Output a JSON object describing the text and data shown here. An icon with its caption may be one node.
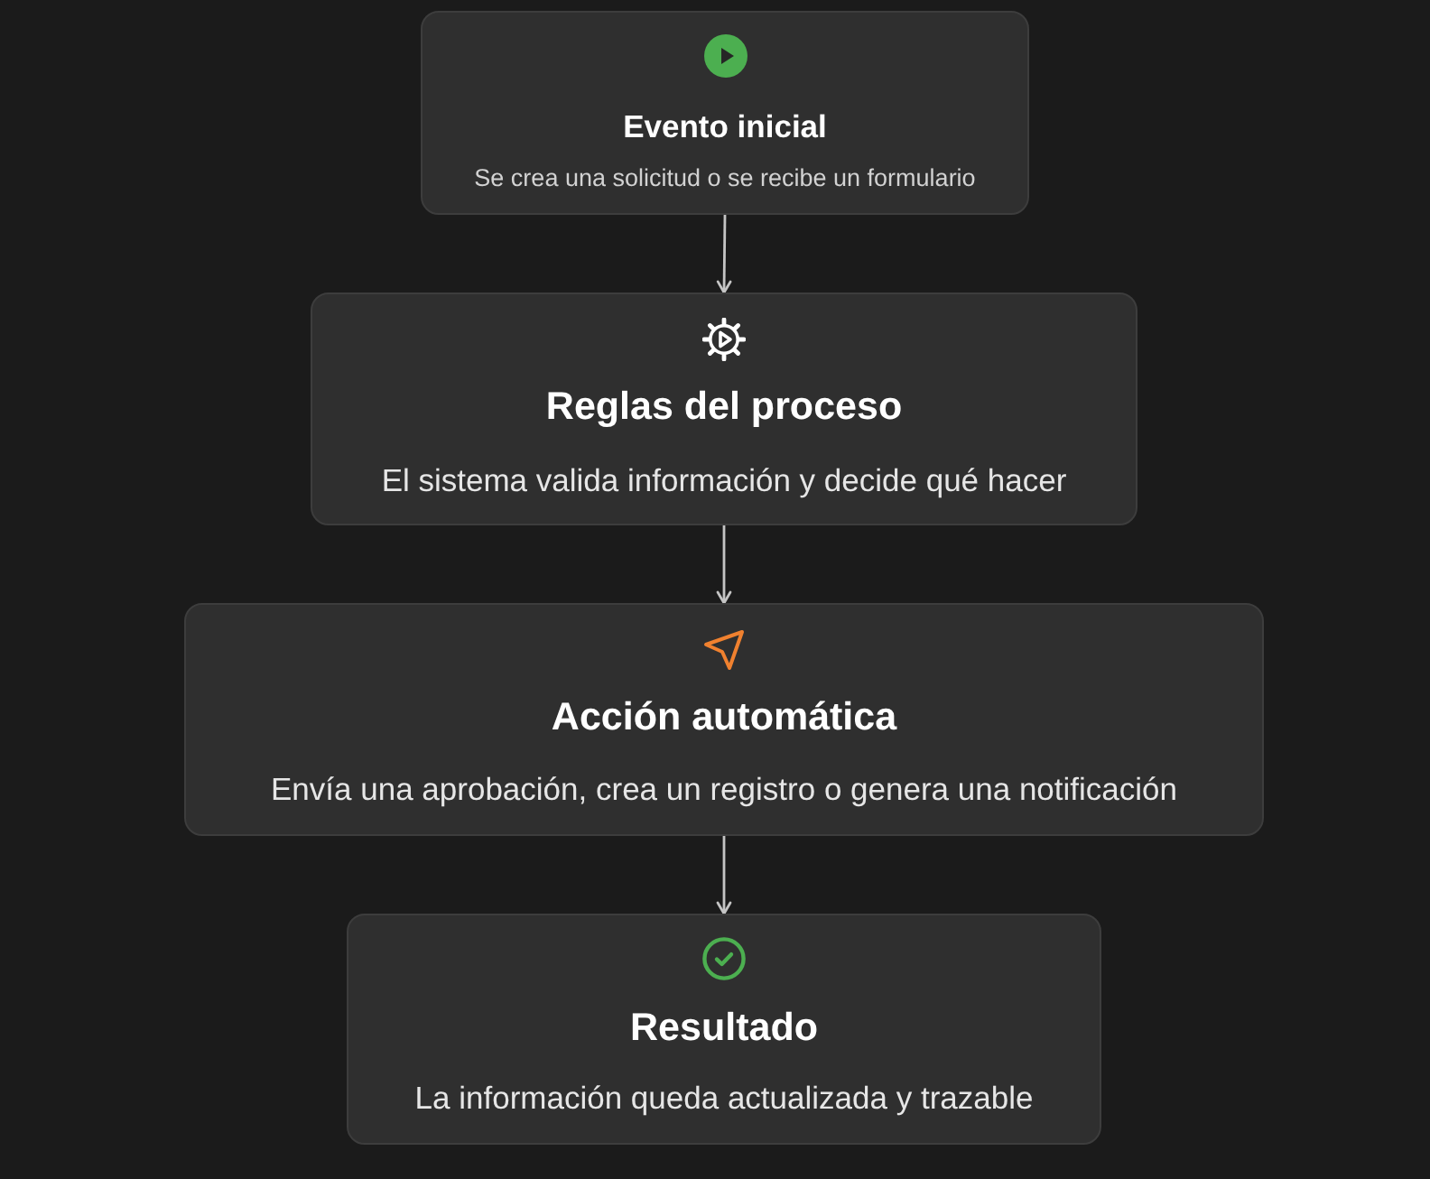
{
  "diagram": {
    "nodes": [
      {
        "text": [
          "Evento inicial",
          "Se crea una solicitud o se recibe un formulario"
        ]
      },
      {
        "text": [
          "Reglas del proceso",
          "El sistema valida información y decide qué hacer"
        ]
      },
      {
        "text": [
          "Acción automática",
          "Envía una aprobación, crea un registro o genera una notificación"
        ]
      },
      {
        "text": [
          "Resultado",
          "La información queda actualizada y trazable"
        ]
      }
    ],
    "edges": [
      {
        "from": 0,
        "to": 1,
        "arrow": "to"
      },
      {
        "from": 1,
        "to": 2,
        "arrow": "to"
      },
      {
        "from": 2,
        "to": 3,
        "arrow": "to"
      }
    ]
  }
}
